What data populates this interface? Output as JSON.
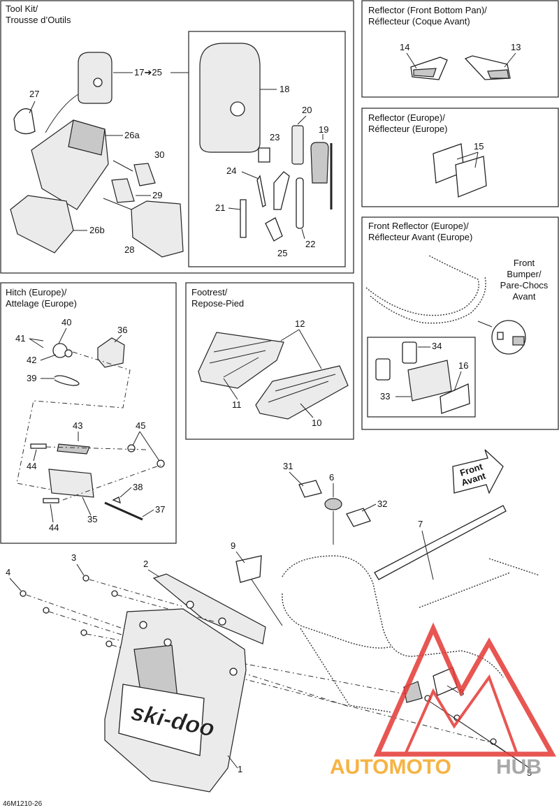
{
  "panels": {
    "toolkit": {
      "title_line1": "Tool Kit/",
      "title_line2": "Trousse d’Outils"
    },
    "reflector_front_bottom": {
      "title_line1": "Reflector (Front Bottom Pan)/",
      "title_line2": "Réflecteur (Coque Avant)"
    },
    "reflector_europe": {
      "title_line1": "Reflector (Europe)/",
      "title_line2": "Réflecteur (Europe)"
    },
    "front_reflector_europe": {
      "title_line1": "Front Reflector (Europe)/",
      "title_line2": "Réflecteur Avant (Europe)",
      "bumper_line1": "Front",
      "bumper_line2": "Bumper/",
      "bumper_line3": "Pare-Chocs",
      "bumper_line4": "Avant"
    },
    "hitch": {
      "title_line1": "Hitch (Europe)/",
      "title_line2": "Attelage (Europe)"
    },
    "footrest": {
      "title_line1": "Footrest/",
      "title_line2": "Repose-Pied"
    }
  },
  "callouts": {
    "range_17_25": "17➔25",
    "n1": "1",
    "n2": "2",
    "n3": "3",
    "n4": "4",
    "n5": "5",
    "n6": "6",
    "n7": "7",
    "n8": "8",
    "n9": "9",
    "n10": "10",
    "n11": "11",
    "n12": "12",
    "n13": "13",
    "n14": "14",
    "n15": "15",
    "n16": "16",
    "n18": "18",
    "n19": "19",
    "n20": "20",
    "n21": "21",
    "n22": "22",
    "n23": "23",
    "n24": "24",
    "n25": "25",
    "n26a": "26a",
    "n26b": "26b",
    "n27": "27",
    "n28": "28",
    "n29": "29",
    "n30": "30",
    "n31": "31",
    "n32": "32",
    "n33": "33",
    "n34": "34",
    "n35": "35",
    "n36": "36",
    "n37": "37",
    "n38": "38",
    "n39": "39",
    "n40": "40",
    "n41": "41",
    "n42": "42",
    "n43": "43",
    "n44a": "44",
    "n44b": "44",
    "n45": "45"
  },
  "arrow_sign": {
    "line1": "Front",
    "line2": "Avant"
  },
  "brand_logo": "ski-doo",
  "watermark": {
    "part1": "AUTOMOTO",
    "part2": "HUB",
    "accent_color": "#f5a623",
    "secondary_color": "#9a9a9a",
    "logo_color": "#e53935"
  },
  "reference_code": "46M1210-26"
}
